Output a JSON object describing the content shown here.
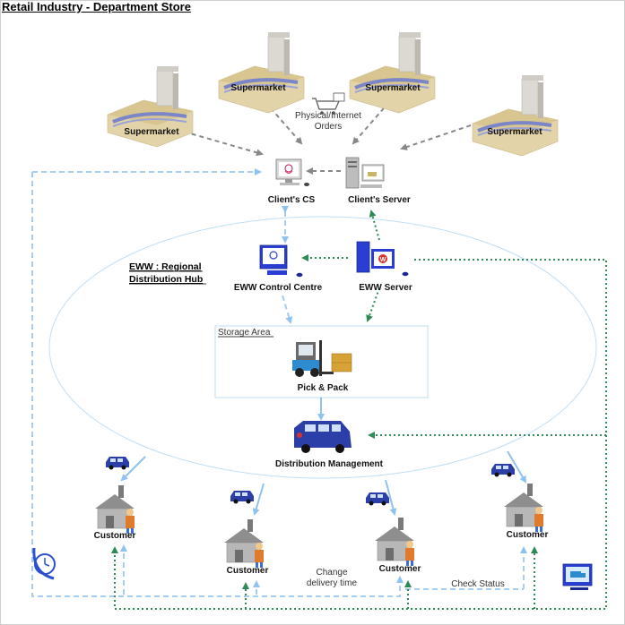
{
  "title": "Retail Industry - Department Store",
  "supermarkets": [
    "Supermarket",
    "Supermarket",
    "Supermarket",
    "Supermarket"
  ],
  "orders_label": [
    "Physical/Internet",
    "Orders"
  ],
  "client_cs": "Client's CS",
  "client_server": "Client's Server",
  "hub_label": [
    "EWW : Regional",
    "Distribution Hub"
  ],
  "control_centre": "EWW Control Centre",
  "eww_server": "EWW Server",
  "storage_area": "Storage Area",
  "pick_pack": "Pick & Pack",
  "distribution": "Distribution Management",
  "customers": [
    "Customer",
    "Customer",
    "Customer",
    "Customer"
  ],
  "change_delivery": [
    "Change",
    "delivery time"
  ],
  "check_status": "Check Status",
  "colors": {
    "grey_arrow": "#888888",
    "blue_dash": "#a3cdf2",
    "green_dot": "#2e8b57",
    "solid_blue": "#8ec3ef"
  }
}
